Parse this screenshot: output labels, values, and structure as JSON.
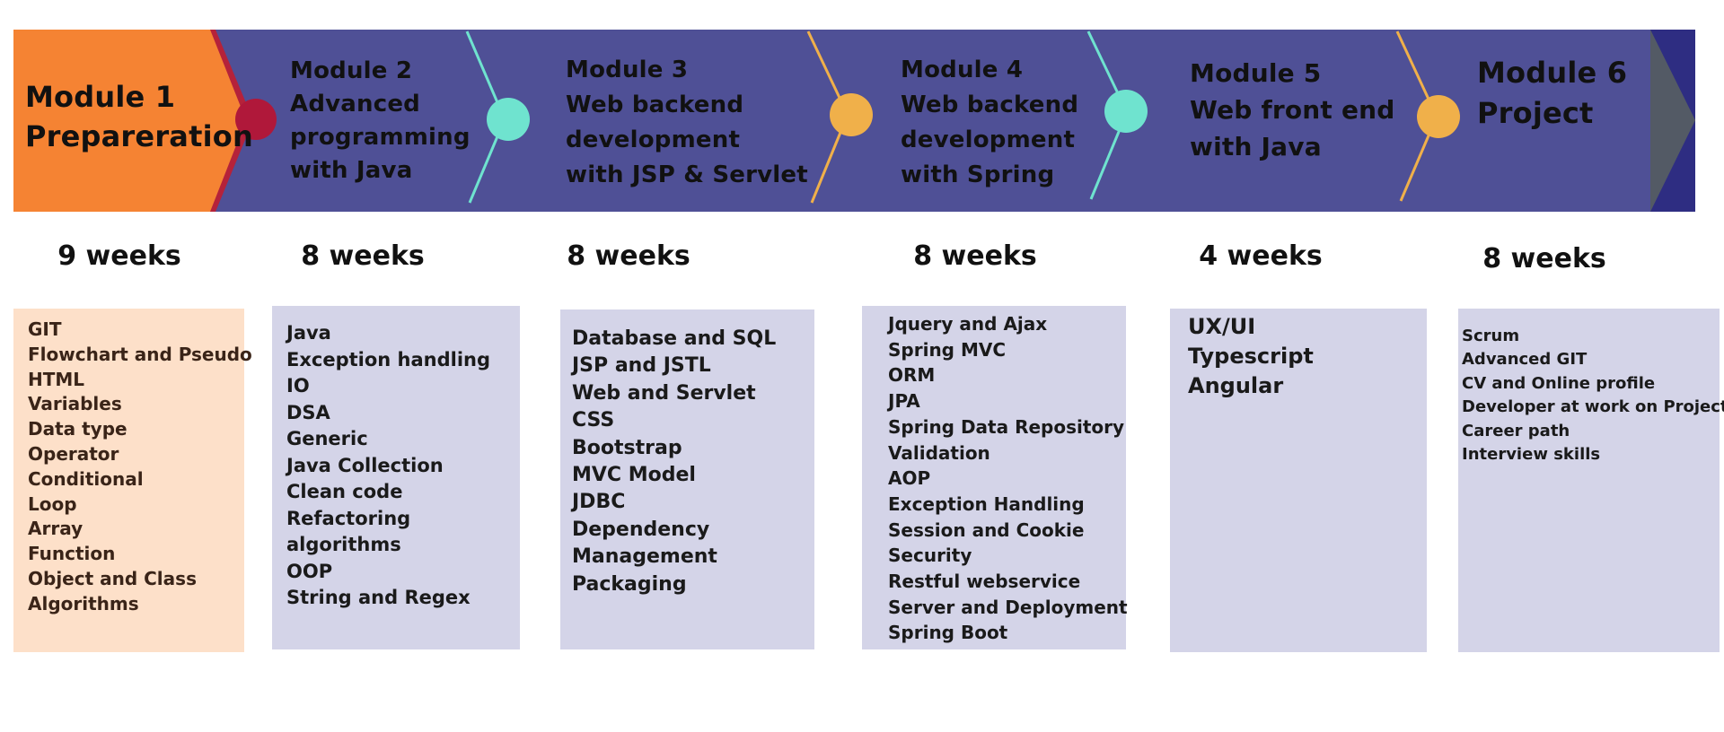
{
  "colors": {
    "band": "#4f5096",
    "module1": "#f58333",
    "module1_edge": "#b5223a",
    "tip_dark": "#2e2d82",
    "tip_grey": "#535a65",
    "dot_red": "#b0183a",
    "dot_teal": "#6fe3cf",
    "dot_orange": "#f0b04a",
    "box_peach": "#fde0c9",
    "box_lavender": "#d4d4e8"
  },
  "modules": [
    {
      "title": "Module 1\nPrepareration",
      "weeks": "9 weeks",
      "topics": [
        "GIT",
        "Flowchart and Pseudo",
        "HTML",
        "Variables",
        "Data type",
        "Operator",
        "Conditional",
        "Loop",
        "Array",
        "Function",
        "Object and Class",
        "Algorithms"
      ]
    },
    {
      "title": "Module 2\nAdvanced\nprogramming\n with Java",
      "weeks": "8 weeks",
      "topics": [
        "Java",
        "Exception handling",
        "IO",
        "DSA",
        "Generic",
        "Java Collection",
        "Clean code",
        "Refactoring",
        "algorithms",
        "OOP",
        "String and Regex"
      ]
    },
    {
      "title": "Module 3\nWeb backend\ndevelopment\nwith JSP & Servlet",
      "weeks": "8 weeks",
      "topics": [
        "Database and SQL",
        "JSP and JSTL",
        "Web and Servlet",
        "CSS",
        "Bootstrap",
        "MVC Model",
        "JDBC",
        "Dependency",
        "Management",
        "Packaging"
      ]
    },
    {
      "title": "Module 4\nWeb backend\ndevelopment\nwith Spring",
      "weeks": "8 weeks",
      "topics": [
        "Jquery and Ajax",
        "Spring MVC",
        "ORM",
        "JPA",
        "Spring Data Repository",
        "Validation",
        "AOP",
        "Exception Handling",
        "Session and Cookie",
        "Security",
        "Restful webservice",
        "Server and Deployment",
        "Spring Boot"
      ]
    },
    {
      "title": "Module 5\nWeb front end\n with Java",
      "weeks": "4 weeks",
      "topics": [
        "UX/UI",
        "Typescript",
        "Angular"
      ]
    },
    {
      "title": "Module 6\nProject",
      "weeks": "8 weeks",
      "topics": [
        "Scrum",
        "Advanced GIT",
        "CV and Online profile",
        "Developer at work on Project",
        "Career path",
        "Interview skills"
      ]
    }
  ]
}
